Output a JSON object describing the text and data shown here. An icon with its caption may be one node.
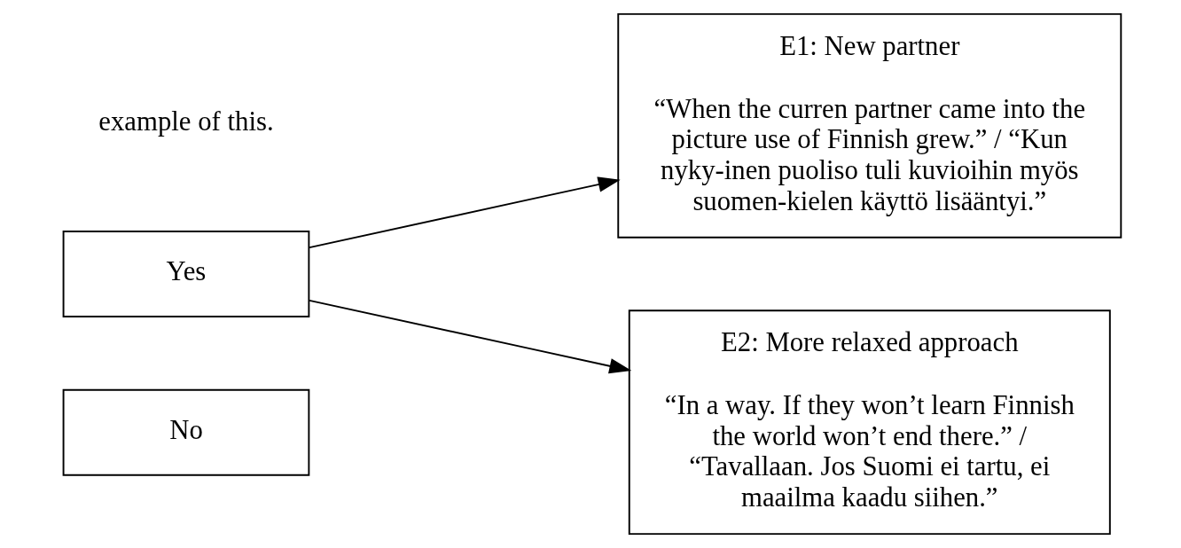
{
  "diagram": {
    "nodes": [
      {
        "text": [
          "Yes"
        ]
      },
      {
        "text": [
          "No"
        ]
      },
      {
        "text": [
          "E1: New partner",
          "“When the curren partner came into the picture use of Finnish grew.” / “Kun nyky-inen puoliso tuli kuvioihin myös suomen-kielen käyttö lisääntyi.”"
        ]
      },
      {
        "text": [
          "E2: More relaxed approach",
          "“In a way. If they won’t learn Finnish the world won’t end there.” / “Tavallaan. Jos Suomi ei tartu, ei maailma kaadu siihen.”"
        ]
      }
    ],
    "edges": [
      {
        "from": 0,
        "to": 2,
        "arrow": "to"
      },
      {
        "from": 0,
        "to": 3,
        "arrow": "to"
      }
    ],
    "labels": [
      "example of this."
    ]
  }
}
